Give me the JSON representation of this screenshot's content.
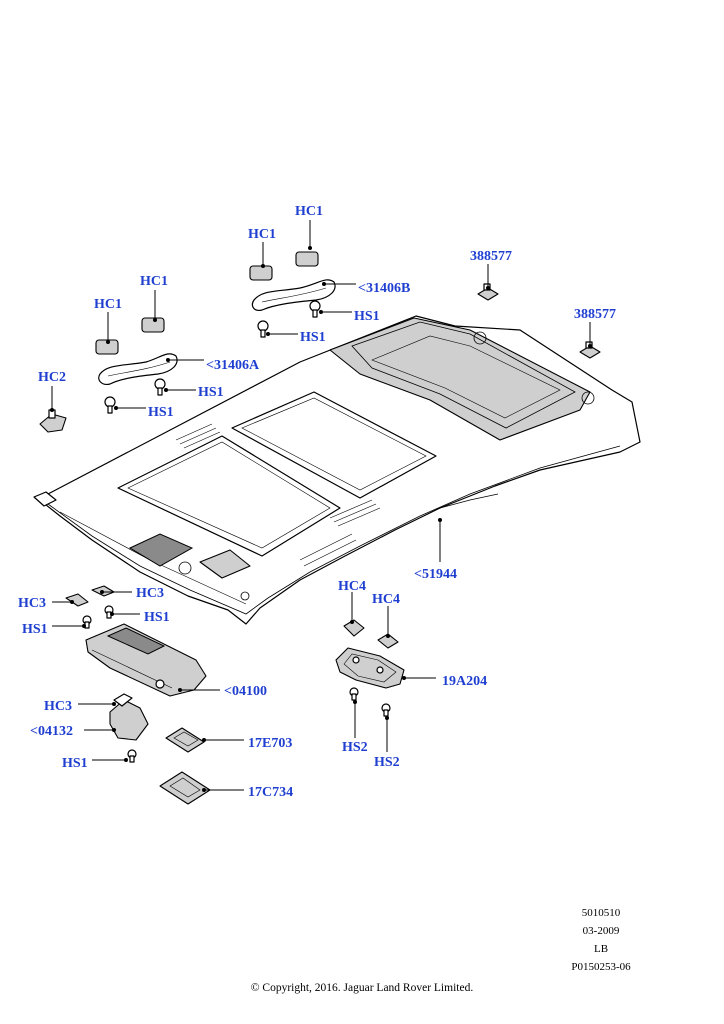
{
  "callouts": {
    "hc1_a": "HC1",
    "hc1_b": "HC1",
    "hc1_c": "HC1",
    "hc1_d": "HC1",
    "c31406b": "<31406B",
    "c31406a": "<31406A",
    "hs1_a": "HS1",
    "hs1_b": "HS1",
    "hs1_c": "HS1",
    "hs1_d": "HS1",
    "hc2": "HC2",
    "c388577_a": "388577",
    "c388577_b": "388577",
    "c51944": "<51944",
    "hc3_a": "HC3",
    "hc3_b": "HC3",
    "hc3_c": "HC3",
    "hs1_e": "HS1",
    "hs1_f": "HS1",
    "hs1_g": "HS1",
    "c04100": "<04100",
    "c04132": "<04132",
    "c17e703": "17E703",
    "c17c734": "17C734",
    "hc4_a": "HC4",
    "hc4_b": "HC4",
    "c19a204": "19A204",
    "hs2_a": "HS2",
    "hs2_b": "HS2"
  },
  "meta": {
    "code": "5010510",
    "date": "03-2009",
    "variant": "LB",
    "illustration": "P0150253-06"
  },
  "copyright": "© Copyright, 2016. Jaguar Land Rover Limited.",
  "colors": {
    "callout": "#1f3fd0",
    "line": "#000000"
  }
}
